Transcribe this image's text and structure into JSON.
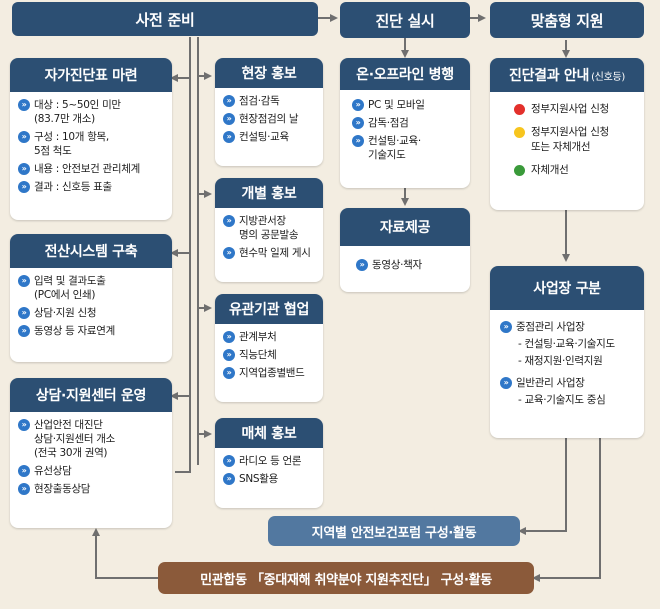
{
  "colors": {
    "background": "#f3ede1",
    "header_navy": "#2c4f73",
    "header_blue": "#3a6791",
    "bullet_blue": "#2f77c8",
    "bar_blue": "#5278a0",
    "bar_brown": "#8b5a3a",
    "arrow": "#6f6f6f",
    "dot_red": "#e3302b",
    "dot_yellow": "#f7c51e",
    "dot_green": "#3a9a3a"
  },
  "top": {
    "prep": "사전 준비",
    "diag": "진단 실시",
    "support": "맞춤형 지원"
  },
  "self_check": {
    "title": "자가진단표 마련",
    "items": [
      "대상 : 5~50인 미만\n(83.7만 개소)",
      "구성 : 10개 항목,\n5점 척도",
      "내용 : 안전보건 관리체계",
      "결과 : 신호등 표출"
    ]
  },
  "system": {
    "title": "전산시스템 구축",
    "items": [
      "입력 및 결과도출\n(PC에서 인쇄)",
      "상담·지원 신청",
      "동영상 등 자료연계"
    ]
  },
  "center": {
    "title": "상담·지원센터 운영",
    "items": [
      "산업안전 대진단\n상담·지원센터 개소\n(전국 30개 권역)",
      "유선상담",
      "현장출동상담"
    ]
  },
  "field_promo": {
    "title": "현장 홍보",
    "items": [
      "점검·감독",
      "현장점검의 날",
      "컨설팅·교육"
    ]
  },
  "individual_promo": {
    "title": "개별 홍보",
    "items": [
      "지방관서장\n명의 공문발송",
      "현수막 일제 게시"
    ]
  },
  "agency": {
    "title": "유관기관 협업",
    "items": [
      "관계부처",
      "직능단체",
      "지역업종별밴드"
    ]
  },
  "media_promo": {
    "title": "매체 홍보",
    "items": [
      "라디오 등 언론",
      "SNS활용"
    ]
  },
  "online": {
    "title": "온·오프라인 병행",
    "items": [
      "PC 및 모바일",
      "감독·점검",
      "컨설팅·교육·\n기술지도"
    ]
  },
  "material": {
    "title": "자료제공",
    "items": [
      "동영상·책자"
    ]
  },
  "result": {
    "title": "진단결과 안내",
    "title_suffix": "(신호등)",
    "items": [
      {
        "text": "정부지원사업 신청",
        "color": "#e3302b"
      },
      {
        "text": "정부지원사업 신청\n또는 자체개선",
        "color": "#f7c51e"
      },
      {
        "text": "자체개선",
        "color": "#3a9a3a"
      }
    ]
  },
  "workplace": {
    "title": "사업장 구분",
    "group1": "중점관리 사업장",
    "group1_subs": [
      "- 컨설팅·교육·기술지도",
      "- 재정지원·인력지원"
    ],
    "group2": "일반관리 사업장",
    "group2_subs": [
      "- 교육·기술지도 중심"
    ]
  },
  "forum": "지역별 안전보건포럼 구성·활동",
  "joint": "민관합동 「중대재해 취약분야 지원추진단」 구성·활동"
}
